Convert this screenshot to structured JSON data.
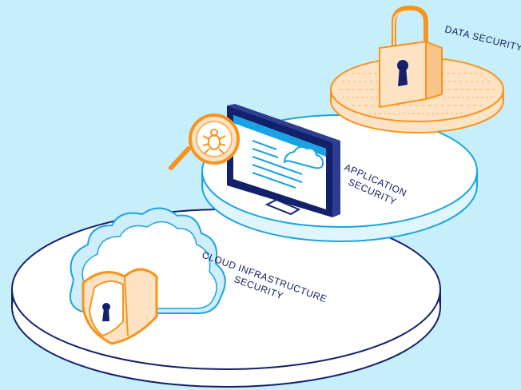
{
  "labels": {
    "data_security": "DATA SECURITY",
    "application_security_line1": "APPLICATION",
    "application_security_line2": "SECURITY",
    "cloud_security_line1": "CLOUD INFRASTRUCTURE",
    "cloud_security_line2": "SECURITY"
  },
  "colors": {
    "background": "#c7eefb",
    "navy": "#13206b",
    "blue": "#1aa3e4",
    "orange": "#f7941d",
    "platform_white": "#ffffff",
    "cloud_fill": "#cdeefa",
    "orange_light": "#fde3c4"
  },
  "icons": [
    "padlock-icon",
    "monitor-icon",
    "magnifier-icon",
    "bug-icon",
    "cloud-icon",
    "shield-lock-icon"
  ]
}
